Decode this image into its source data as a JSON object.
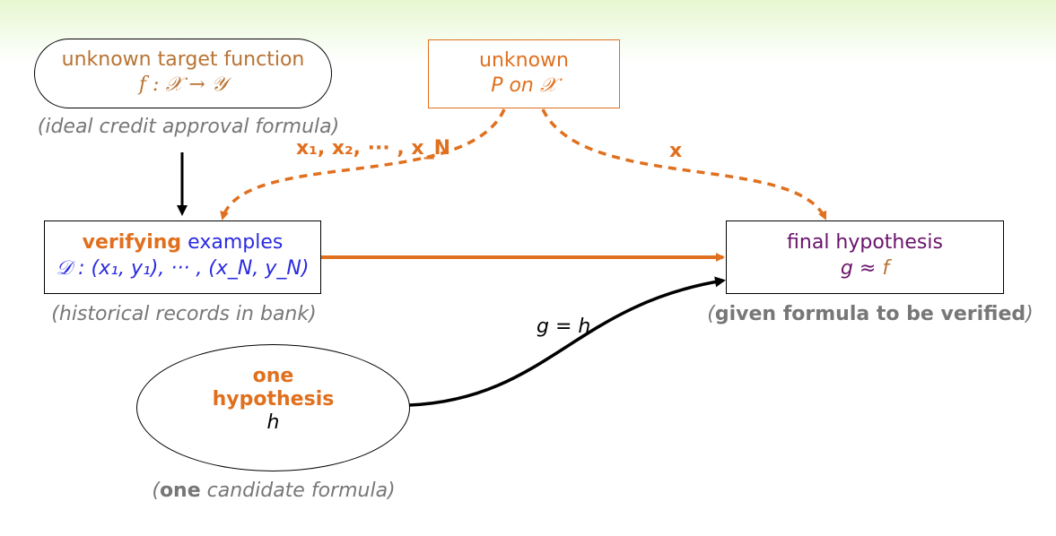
{
  "target_function": {
    "line1": "unknown target function",
    "line2": "f : 𝒳 → 𝒴",
    "caption": "(ideal credit approval formula)"
  },
  "distribution": {
    "line1": "unknown",
    "line2": "P on 𝒳"
  },
  "sample_label": "x₁, x₂, ··· , x_N",
  "x_label": "x",
  "examples": {
    "word_bold": "verifying",
    "word_rest": "examples",
    "line2": "𝒟 : (x₁, y₁), ··· , (x_N, y_N)",
    "caption": "(historical records in bank)"
  },
  "final_hypothesis": {
    "line1": "final hypothesis",
    "line2_g": "g",
    "line2_approx": "≈",
    "line2_f": "f",
    "caption_open": "(",
    "caption_bold": "given formula to be verified",
    "caption_close": ")"
  },
  "hypothesis": {
    "line1": "one",
    "line2": "hypothesis",
    "line3": "h",
    "caption_open": "(",
    "caption_bold": "one",
    "caption_rest": " candidate formula)"
  },
  "edge_label": "g = h",
  "colors": {
    "orange": "#e0701e",
    "brown": "#b87333",
    "blue": "#2a2ae0",
    "purple": "#6a136a",
    "grey": "#777777",
    "background_top": "#e6f7d0"
  }
}
